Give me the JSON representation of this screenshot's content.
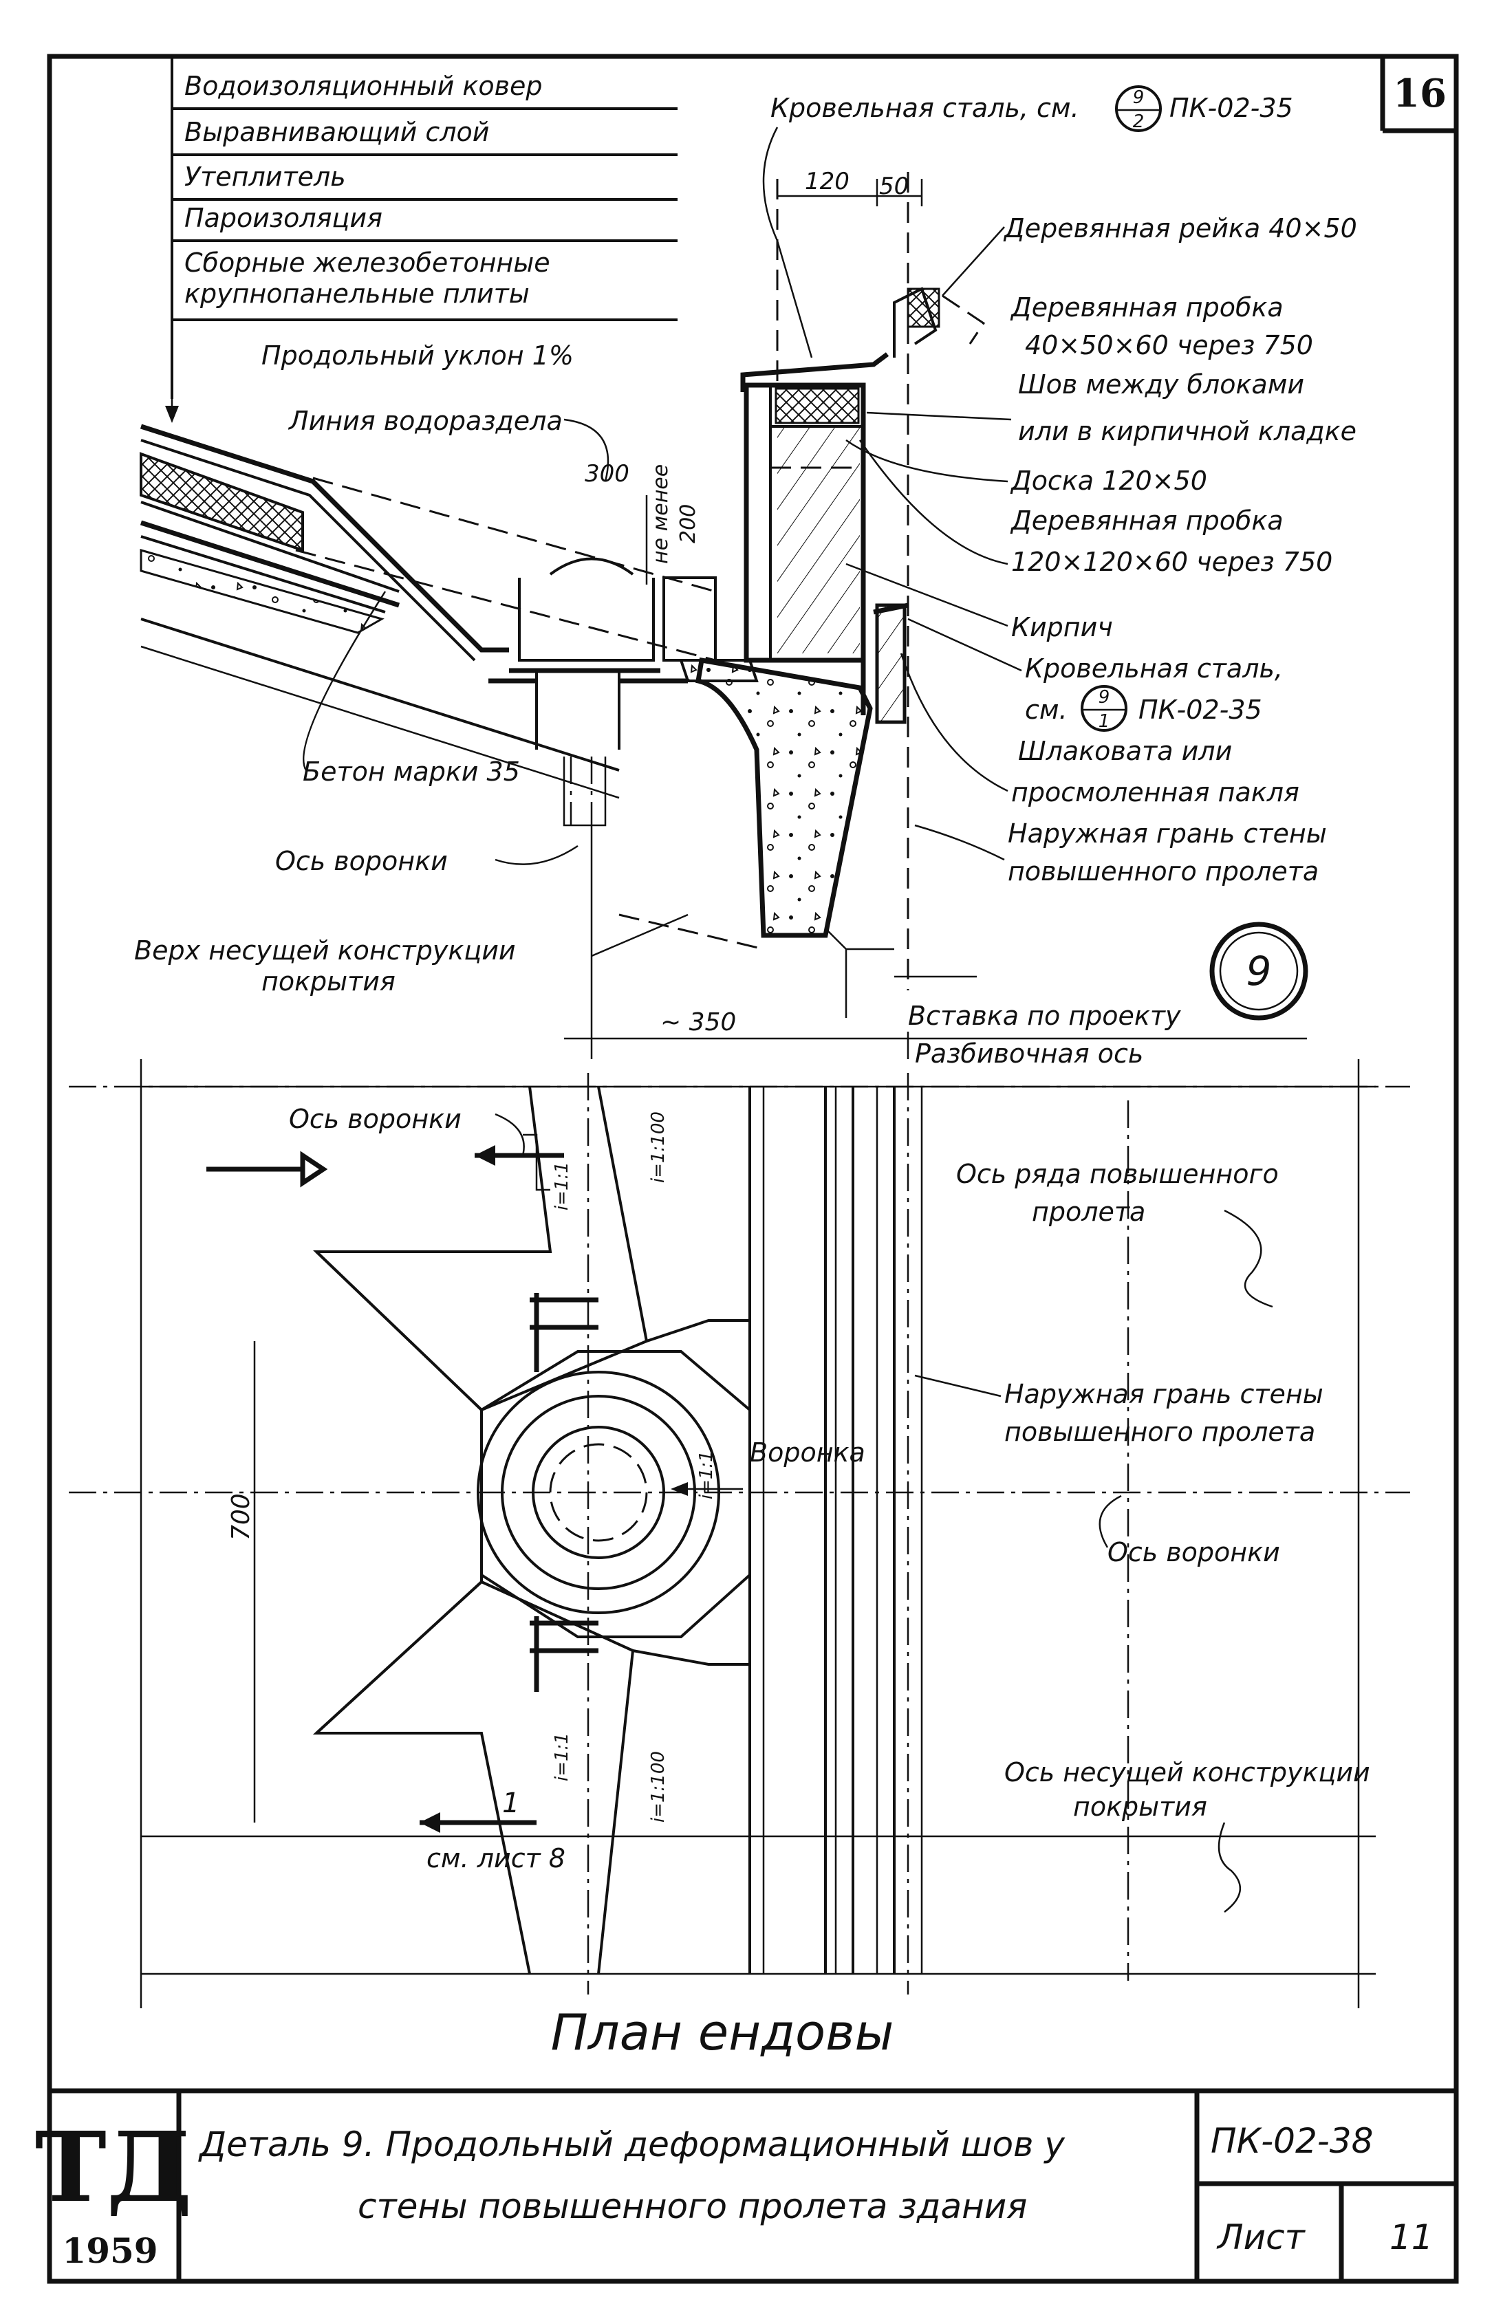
{
  "sheet": {
    "sheet_number": "16",
    "plan_title": "План ендовы",
    "stamp_logo": "ТД",
    "stamp_year": "1959",
    "title_line1": "Деталь 9. Продольный деформационный шов у",
    "title_line2": "стены повышенного пролета здания",
    "code": "ПК-02-38",
    "sheet_label": "Лист",
    "sheet_value": "11"
  },
  "layers": [
    "Водоизоляционный ковер",
    "Выравнивающий слой",
    "Утеплитель",
    "Пароизоляция",
    "Сборные железобетонные",
    "крупнопанельные плиты"
  ],
  "section_labels": {
    "roof_steel": "Кровельная сталь, см.",
    "roof_steel_ref": "ПК-02-35",
    "ref_top_num": "9",
    "ref_top_den": "2",
    "dim_120": "120",
    "dim_50": "50",
    "slope": "Продольный уклон 1%",
    "watershed": "Линия водораздела",
    "dim_300": "300",
    "not_less": "не менее",
    "dim_200": "200",
    "wood_rail": "Деревянная рейка 40×50",
    "wood_plug_1a": "Деревянная пробка",
    "wood_plug_1b": "40×50×60 через 750",
    "seam_1": "Шов между блоками",
    "seam_2": "или в кирпичной кладке",
    "board": "Доска 120×50",
    "wood_plug_2a": "Деревянная пробка",
    "wood_plug_2b": "120×120×60 через 750",
    "brick": "Кирпич",
    "roof_steel_2a": "Кровельная сталь,",
    "roof_steel_2_see": "см.",
    "roof_steel_2_ref": "ПК-02-35",
    "ref_mid_num": "9",
    "ref_mid_den": "1",
    "slag_wool": "Шлаковата или",
    "tow": "просмоленная пакля",
    "outer_face_a": "Наружная грань стены",
    "outer_face_b": "повышенного пролета",
    "concrete": "Бетон марки 35",
    "funnel_axis": "Ось воронки",
    "support_top_a": "Верх несущей конструкции",
    "support_top_b": "покрытия",
    "dim_350": "~ 350",
    "insert": "Вставка по проекту",
    "layout_axis": "Разбивочная ось",
    "detail_marker": "9"
  },
  "plan_labels": {
    "funnel_axis_top": "Ось воронки",
    "slope_1_1_top": "i=1:1",
    "slope_1_100_top": "i=1:100",
    "row_axis_a": "Ось ряда повышенного",
    "row_axis_b": "пролета",
    "outer_face_a": "Наружная грань стены",
    "outer_face_b": "повышенного пролета",
    "funnel": "Воронка",
    "slope_1_1_mid": "i=1:1",
    "funnel_axis_right": "Ось воронки",
    "dim_700": "700",
    "support_axis_a": "Ось несущей конструкции",
    "support_axis_b": "покрытия",
    "slope_1_1_bottom": "i=1:1",
    "slope_1_100_bottom": "i=1:100",
    "section_mark": "1",
    "see_sheet": "см. лист 8"
  },
  "colors": {
    "ink": "#111111",
    "paper": "#ffffff"
  }
}
